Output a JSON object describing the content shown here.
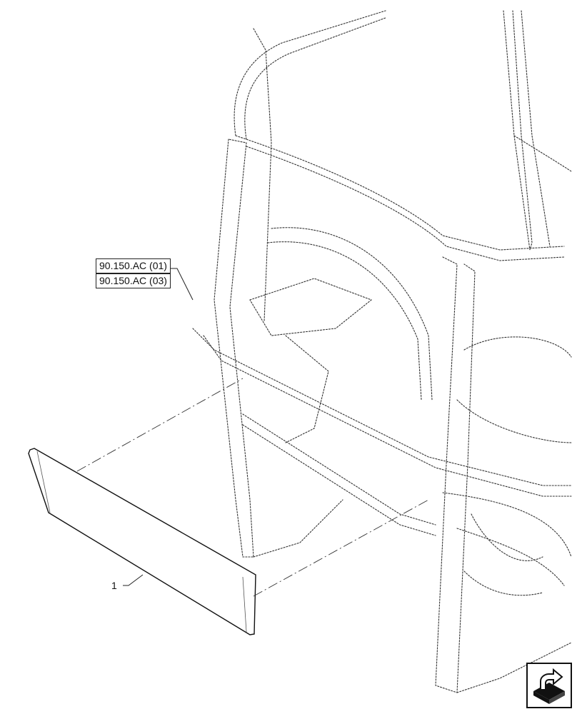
{
  "references": [
    {
      "label": "90.150.AC (01)"
    },
    {
      "label": "90.150.AC (03)"
    }
  ],
  "callouts": [
    {
      "label": "1"
    }
  ],
  "nav": {
    "icon": "next-page-arrow-icon"
  }
}
